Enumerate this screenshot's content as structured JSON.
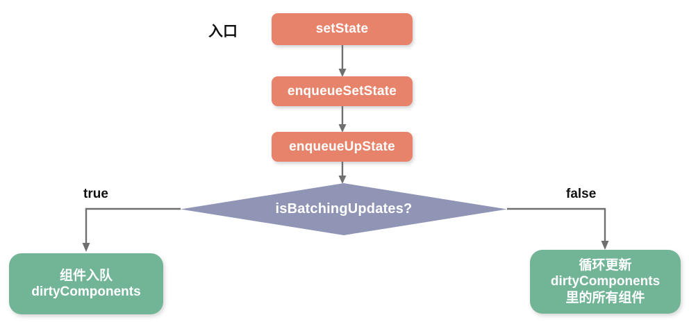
{
  "diagram": {
    "title": "React setState batching flowchart",
    "colors": {
      "process": "#e8836b",
      "decision": "#9095b5",
      "terminal": "#71b496",
      "connector": "#6f6f6f",
      "text_on_shape": "#ffffff",
      "label_text": "#111111",
      "background": "#ffffff"
    },
    "entry_label": "入口",
    "nodes": {
      "set_state": "setState",
      "enqueue_set_state": "enqueueSetState",
      "enqueue_up_state": "enqueueUpState",
      "decision": "isBatchingUpdates?",
      "true_branch": {
        "line1": "组件入队",
        "line2": "dirtyComponents"
      },
      "false_branch": {
        "line1": "循环更新",
        "line2": "dirtyComponents",
        "line3": "里的所有组件"
      }
    },
    "edge_labels": {
      "true": "true",
      "false": "false"
    }
  }
}
